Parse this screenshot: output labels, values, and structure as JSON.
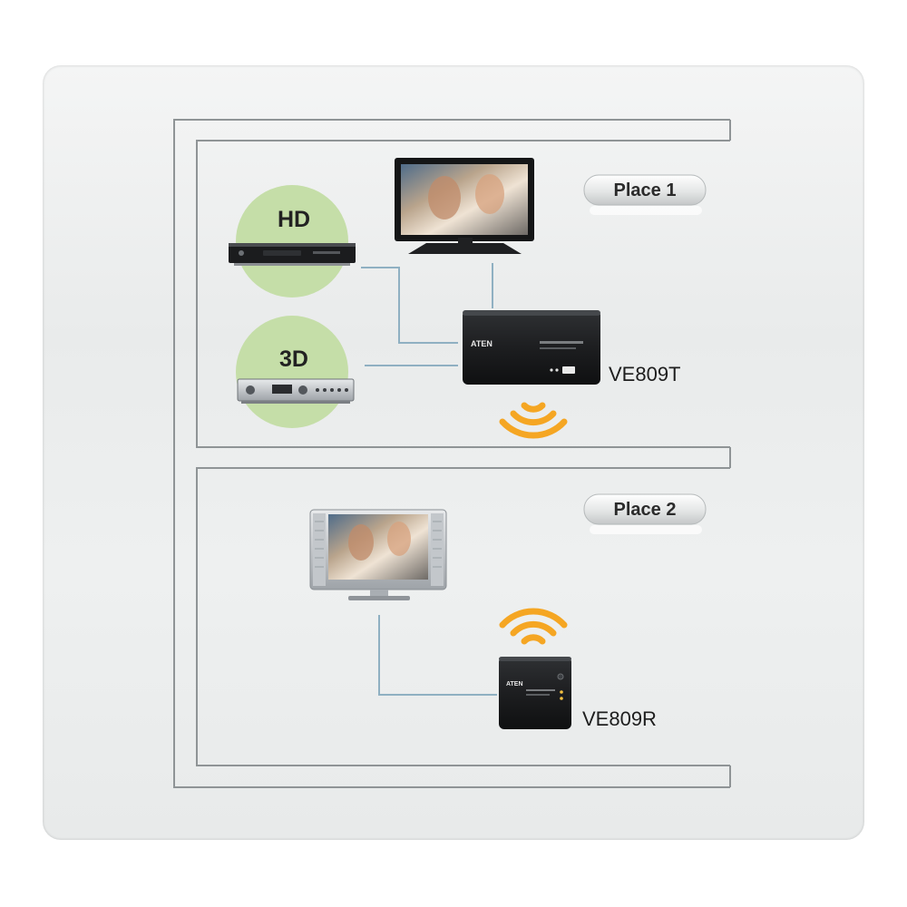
{
  "places": [
    {
      "label": "Place 1"
    },
    {
      "label": "Place 2"
    }
  ],
  "sources": [
    {
      "badge": "HD",
      "device": "blu-ray-player"
    },
    {
      "badge": "3D",
      "device": "av-receiver"
    }
  ],
  "devices": {
    "transmitter": {
      "model": "VE809T",
      "brand": "ATEN"
    },
    "receiver": {
      "model": "VE809R",
      "brand": "ATEN"
    }
  },
  "colors": {
    "wall": "#8f9496",
    "cable": "#8fb0c2",
    "badge_green": "#c5dea8",
    "wireless_orange": "#f5a623",
    "device_body": "#1c1d1f"
  }
}
